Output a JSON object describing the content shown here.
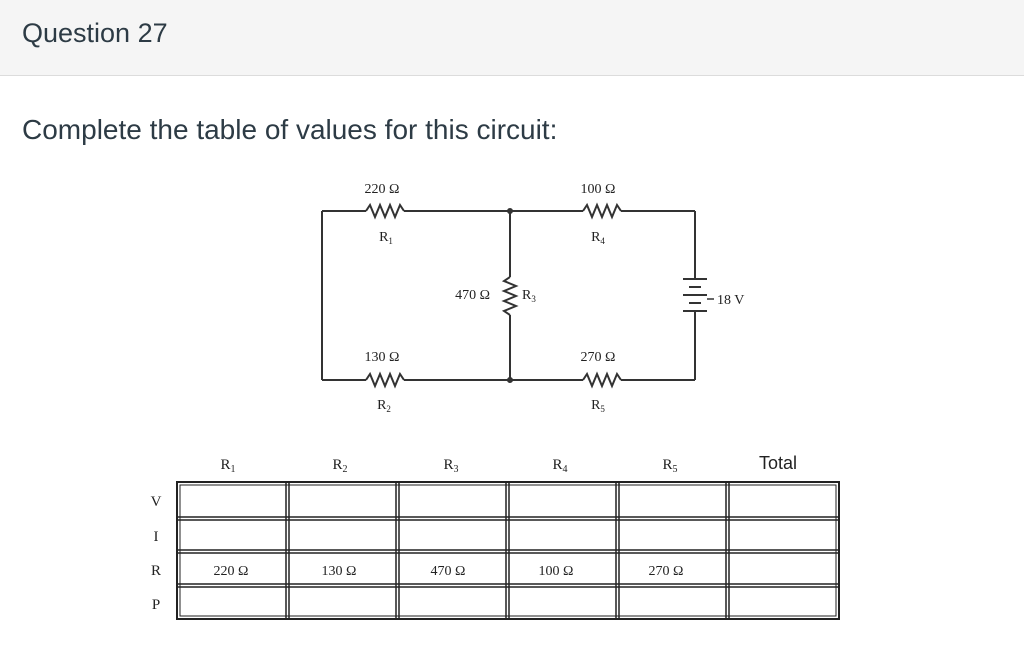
{
  "question": {
    "title": "Question 27",
    "prompt": "Complete the table of values for this circuit:"
  },
  "circuit": {
    "R1": {
      "value": "220 Ω",
      "label": "R",
      "sub": "1"
    },
    "R2": {
      "value": "130 Ω",
      "label": "R",
      "sub": "2"
    },
    "R3": {
      "value": "470 Ω",
      "label": "R",
      "sub": "3"
    },
    "R4": {
      "value": "100 Ω",
      "label": "R",
      "sub": "4"
    },
    "R5": {
      "value": "270 Ω",
      "label": "R",
      "sub": "5"
    },
    "source": "18 V"
  },
  "table": {
    "columns": [
      {
        "label": "R",
        "sub": "1"
      },
      {
        "label": "R",
        "sub": "2"
      },
      {
        "label": "R",
        "sub": "3"
      },
      {
        "label": "R",
        "sub": "4"
      },
      {
        "label": "R",
        "sub": "5"
      },
      {
        "label": "Total",
        "sub": ""
      }
    ],
    "rows": [
      {
        "label": "V",
        "cells": [
          "",
          "",
          "",
          "",
          "",
          ""
        ]
      },
      {
        "label": "I",
        "cells": [
          "",
          "",
          "",
          "",
          "",
          ""
        ]
      },
      {
        "label": "R",
        "cells": [
          "220 Ω",
          "130 Ω",
          "470 Ω",
          "100 Ω",
          "270 Ω",
          ""
        ]
      },
      {
        "label": "P",
        "cells": [
          "",
          "",
          "",
          "",
          "",
          ""
        ]
      }
    ]
  }
}
